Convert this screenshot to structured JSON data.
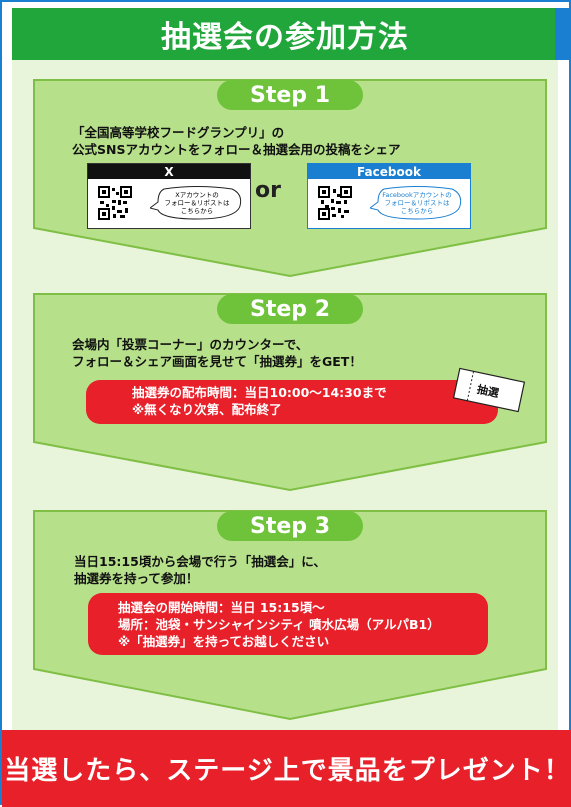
{
  "title": "抽選会の参加方法",
  "colors": {
    "green": "#21a63b",
    "light_green": "#6ec33a",
    "red": "#e8202a",
    "blue": "#1a7fd0"
  },
  "step1": {
    "label": "Step 1",
    "line1": "「全国高等学校フードグランプリ」の",
    "line2": "公式SNSアカウントをフォロー＆抽選会用の投稿をシェア",
    "x_card": {
      "header": "X",
      "bubble_line1": "Xアカウントの",
      "bubble_line2": "フォロー＆リポストは",
      "bubble_line3": "こちらから"
    },
    "or": "or",
    "fb_card": {
      "header": "Facebook",
      "bubble_line1": "Facebookアカウントの",
      "bubble_line2": "フォロー＆リポストは",
      "bubble_line3": "こちらから"
    }
  },
  "step2": {
    "label": "Step 2",
    "line1": "会場内「投票コーナー」のカウンターで、",
    "line2": "フォロー＆シェア画面を見せて「抽選券」をGET！",
    "red_line1": "抽選券の配布時間：当日10:00～14:30まで",
    "red_line2": "※無くなり次第、配布終了",
    "ticket_label": "抽選"
  },
  "step3": {
    "label": "Step 3",
    "line1": "当日15:15頃から会場で行う「抽選会」に、",
    "line2": "抽選券を持って参加！",
    "red_line1": "抽選会の開始時間：当日 15:15頃～",
    "red_line2": "場所：池袋・サンシャインシティ 噴水広場（アルパB1）",
    "red_line3": "※「抽選券」を持ってお越しください"
  },
  "footer": "当選したら、ステージ上で景品をプレゼント！"
}
